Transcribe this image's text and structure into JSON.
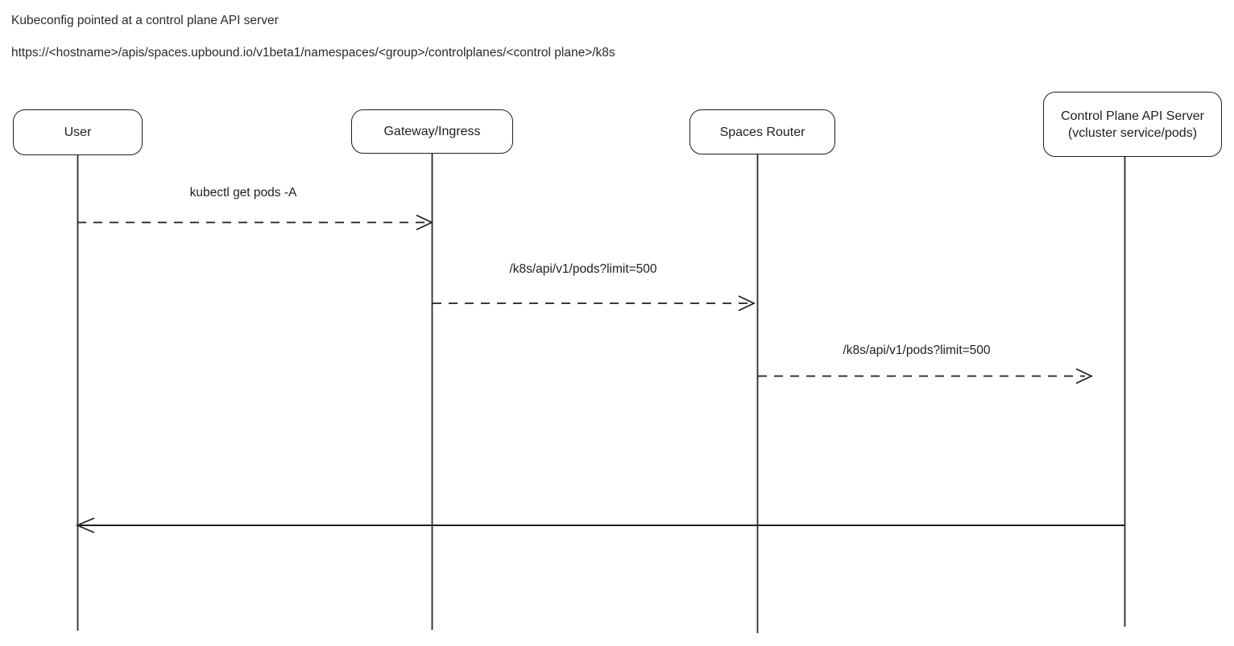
{
  "header": {
    "title": "Kubeconfig pointed at a control plane API server",
    "url": "https://<hostname>/apis/spaces.upbound.io/v1beta1/namespaces/<group>/controlplanes/<control plane>/k8s"
  },
  "diagram": {
    "type": "sequence",
    "actors": [
      {
        "id": "user",
        "label": "User"
      },
      {
        "id": "gateway",
        "label": "Gateway/Ingress"
      },
      {
        "id": "spaces-router",
        "label": "Spaces Router"
      },
      {
        "id": "control-plane-api-server",
        "label_lines": [
          "Control Plane API Server",
          "(vcluster service/pods)"
        ]
      }
    ],
    "messages": [
      {
        "from": "User",
        "to": "Gateway/Ingress",
        "label": "kubectl get pods -A",
        "style": "dashed"
      },
      {
        "from": "Gateway/Ingress",
        "to": "Spaces Router",
        "label": "/k8s/api/v1/pods?limit=500",
        "style": "dashed"
      },
      {
        "from": "Spaces Router",
        "to": "Control Plane API Server",
        "label": "/k8s/api/v1/pods?limit=500",
        "style": "dashed"
      },
      {
        "from": "Control Plane API Server",
        "to": "User",
        "label": "",
        "style": "solid"
      }
    ],
    "colors": {
      "stroke": "#1e1e1e",
      "text": "#1e1e1e",
      "background": "#ffffff"
    }
  }
}
